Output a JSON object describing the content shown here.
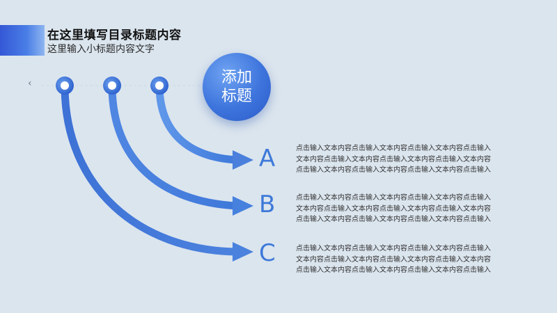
{
  "header": {
    "title": "在这里填写目录标题内容",
    "subtitle": "这里输入小标题内容文字"
  },
  "nav": {
    "back_glyph": "‹"
  },
  "center": {
    "line1": "添加",
    "line2": "标题"
  },
  "items": [
    {
      "letter": "A",
      "lines": [
        "点击输入文本内容点击输入文本内容点击输入文本内容点击输入",
        "文本内容点击输入文本内容点击输入文本内容点击输入文本内容",
        "点击输入文本内容点击输入文本内容点击输入文本内容点击输入"
      ]
    },
    {
      "letter": "B",
      "lines": [
        "点击输入文本内容点击输入文本内容点击输入文本内容点击输入",
        "文本内容点击输入文本内容点击输入文本内容点击输入文本内容",
        "点击输入文本内容点击输入文本内容点击输入文本内容点击输入"
      ]
    },
    {
      "letter": "C",
      "lines": [
        "点击输入文本内容点击输入文本内容点击输入文本内容点击输入",
        "文本内容点击输入文本内容点击输入文本内容点击输入文本内容",
        "点击输入文本内容点击输入文本内容点击输入文本内容点击输入"
      ]
    }
  ],
  "colors": {
    "background": "#dbe5ee",
    "accent": "#3d79d9",
    "accent_dark": "#2c5ac8",
    "text": "#333333"
  }
}
